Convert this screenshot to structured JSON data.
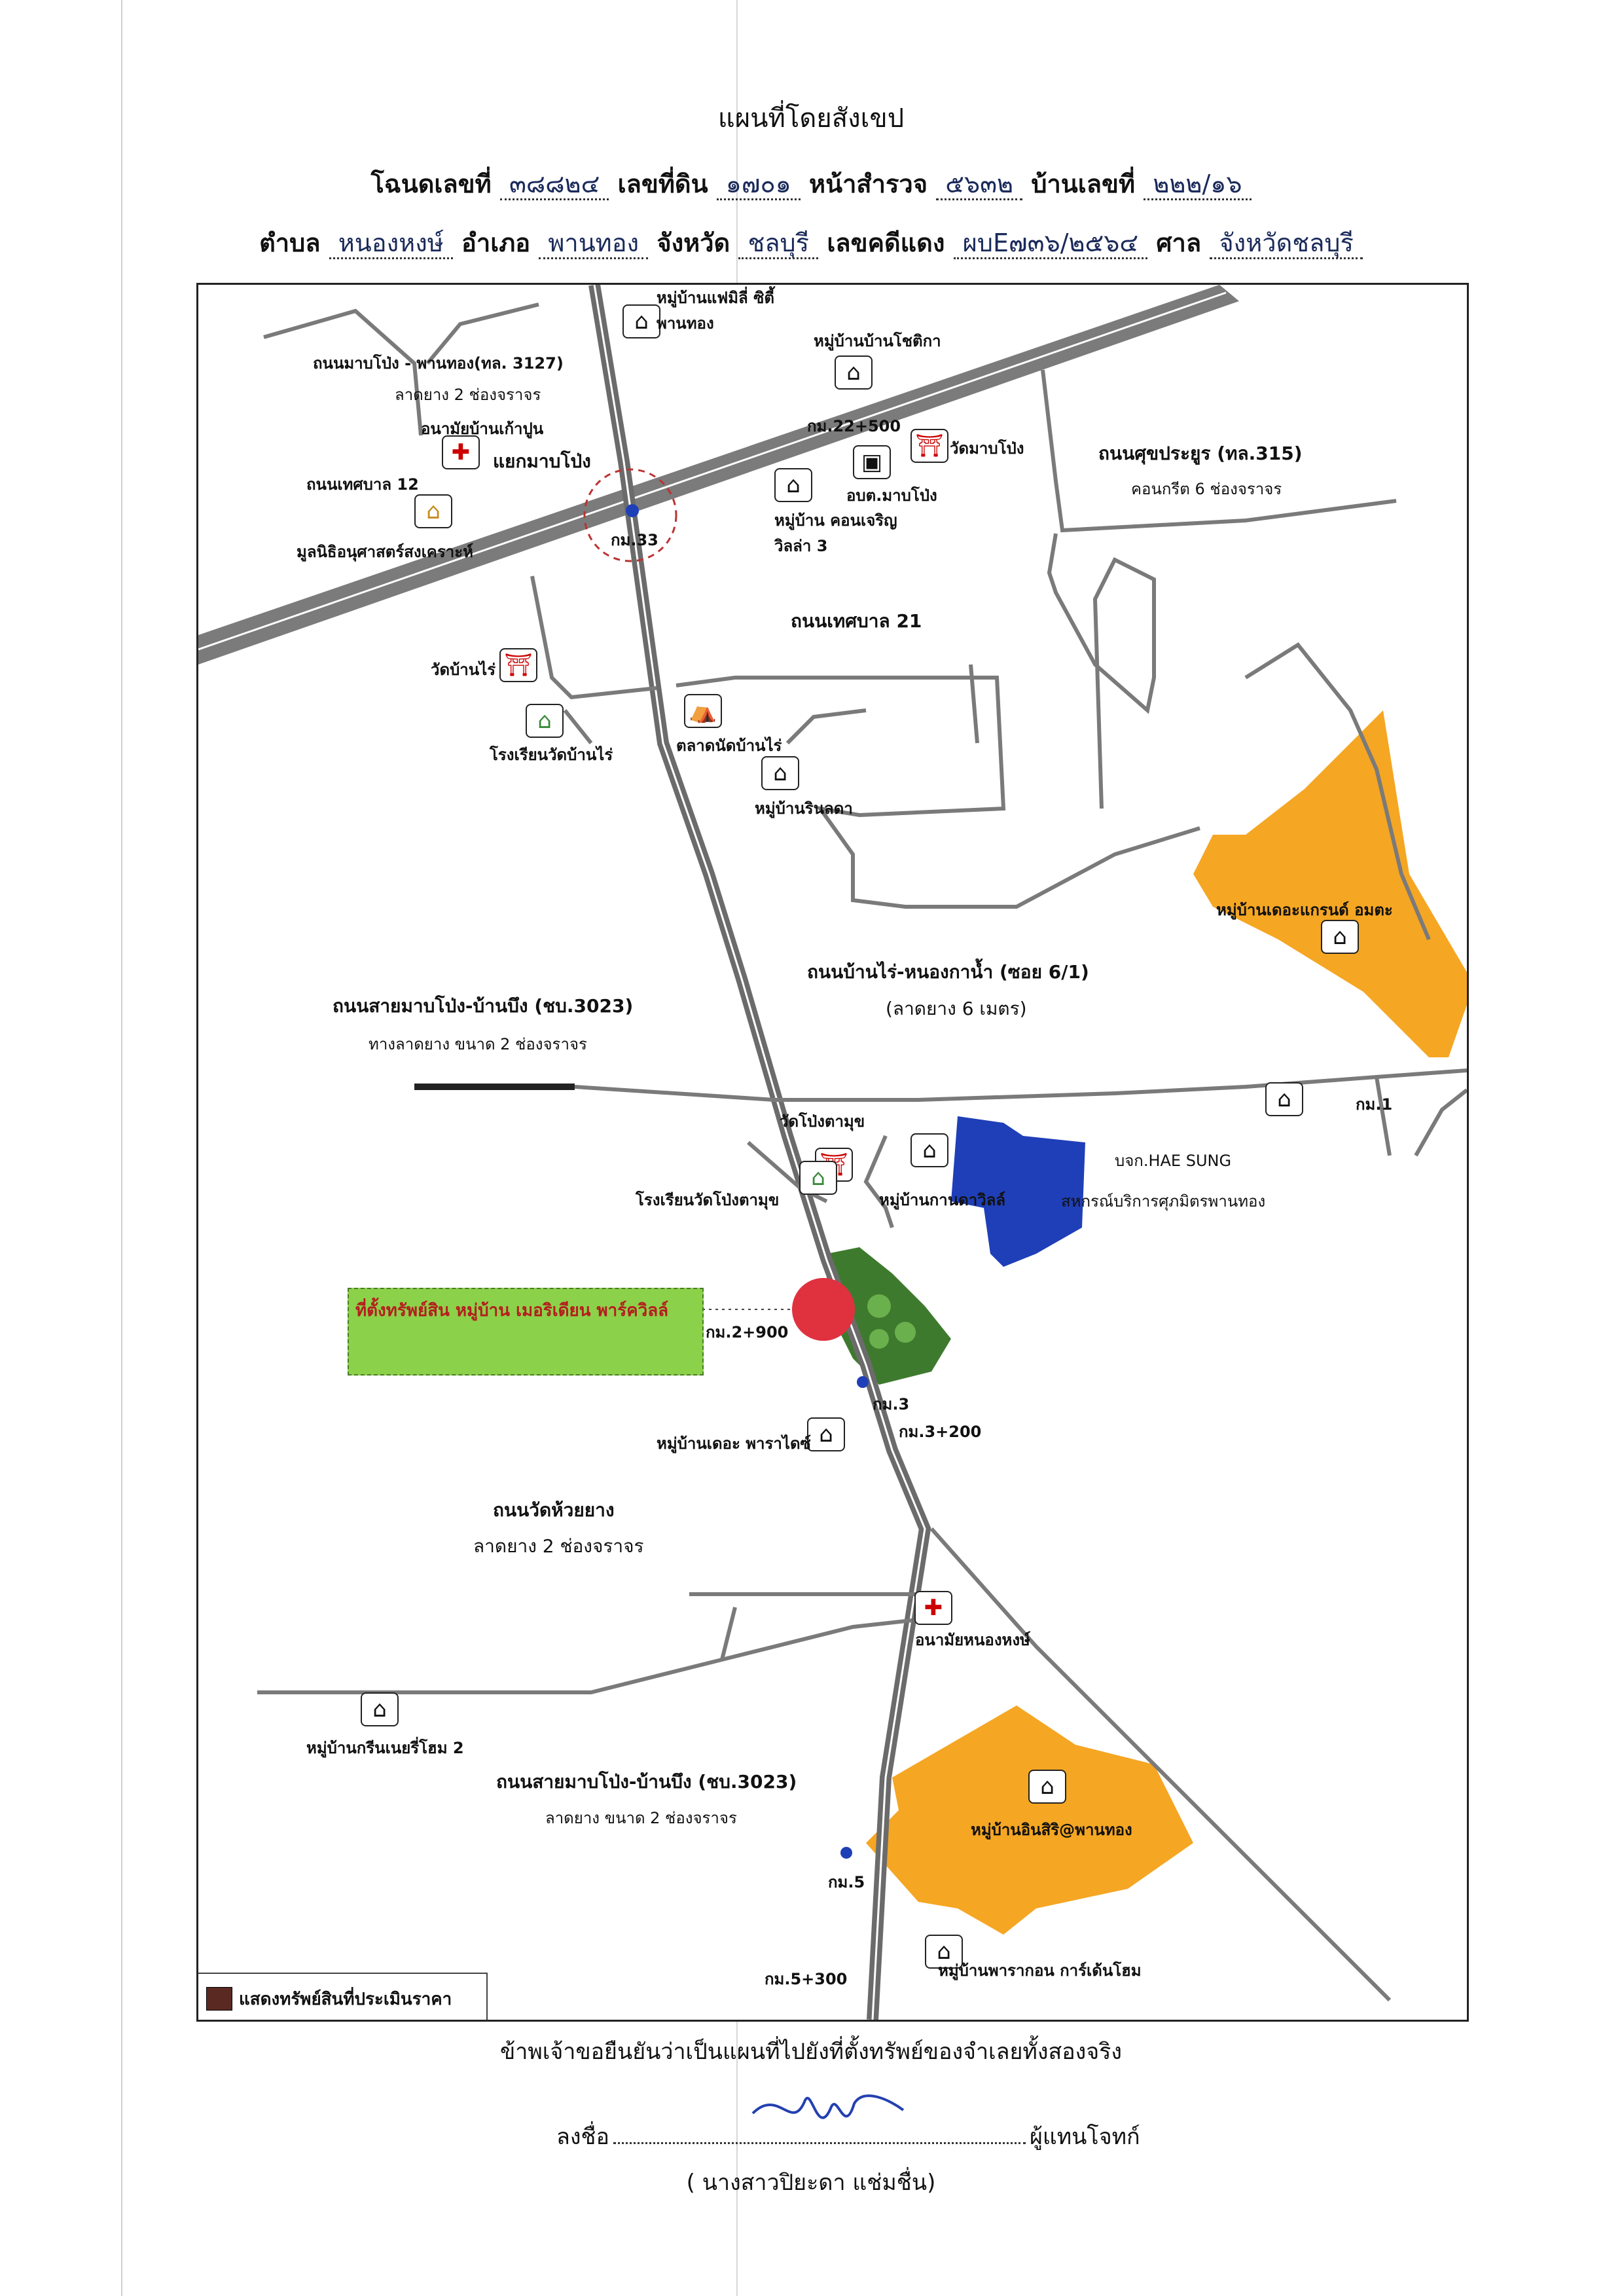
{
  "header": {
    "title": "แผนที่โดยสังเขป",
    "deed_label": "โฉนดเลขที่",
    "deed_no": "๓๘๘๒๔",
    "land_label": "เลขที่ดิน",
    "land_no": "๑๗๐๑",
    "survey_label": "หน้าสำรวจ",
    "survey_no": "๕๖๓๒",
    "house_label": "บ้านเลขที่",
    "house_no": "๒๒๒/๑๖",
    "subdistrict_label": "ตำบล",
    "subdistrict": "หนองหงษ์",
    "district_label": "อำเภอ",
    "district": "พานทอง",
    "province_label": "จังหวัด",
    "province": "ชลบุรี",
    "case_label": "เลขคดีแดง",
    "case_no": "ผบE๗๓๖/๒๕๖๔",
    "court_label": "ศาล",
    "court": "จังหวัดชลบุรี"
  },
  "map": {
    "labels": {
      "road_mabpong_panthong": "ถนนมาบโป่ง - พานทอง(ทล. 3127)",
      "road_mabpong_panthong_sub": "ลาดยาง 2 ช่องจราจร",
      "health_center_1": "อนามัยบ้านเก้าปูน",
      "road_tessaban_12": "ถนนเทศบาล 12",
      "junction": "แยกมาบโป่ง",
      "foundation": "มูลนิธิอนุศาสตร์สงเคราะห์",
      "km33": "กม.33",
      "village_family": "หมู่บ้านแฟมิลี่ ซิตี้ พานทอง",
      "village_chotika": "หมู่บ้านบ้านโชติกา",
      "km_marker_top": "กม.22+500",
      "temple_mabpong": "วัดมาบโป่ง",
      "obt_mabpong": "อบต.มาบโป่ง",
      "village_charoen": "หมู่บ้าน คอนเจริญวิลล่า 3",
      "road_sukprayoon": "ถนนศุขประยูร (ทล.315)",
      "road_sukprayoon_sub": "คอนกรีต 6 ช่องจราจร",
      "road_tessaban_21": "ถนนเทศบาล 21",
      "temple_banrai": "วัดบ้านไร่",
      "school_banrai": "โรงเรียนวัดบ้านไร่",
      "market_banrai": "ตลาดนัดบ้านไร่",
      "village_rinlada": "หมู่บ้านรินลดา",
      "village_grand": "หมู่บ้านเดอะแกรนด์ อมตะ",
      "road_banrai": "ถนนบ้านไร่-หนองกาน้ำ (ซอย 6/1)",
      "road_banrai_sub": "(ลาดยาง 6 เมตร)",
      "road_mabpong_banbueng": "ถนนสายมาบโป่ง-บ้านบึง (ชบ.3023)",
      "road_mabpong_banbueng_sub": "ทางลาดยาง ขนาด 2 ช่องจราจร",
      "temple_pongtamu": "วัดโป่งตามุข",
      "school_pongtamu": "โรงเรียนวัดโป่งตามุข",
      "village_kanda": "หมู่บ้านกานดาวิลล์",
      "company_haesung": "บจก.HAE SUNG",
      "cooperative": "สหกรณ์บริการศุภมิตรพานทอง",
      "km1": "กม.1",
      "asset_location": "ที่ตั้งทรัพย์สิน หมู่บ้าน เมอริเดียน พาร์ควิลล์",
      "km2900": "กม.2+900",
      "km3": "กม.3",
      "km3200": "กม.3+200",
      "village_paradise": "หมู่บ้านเดอะ พาราไดซ์",
      "road_huaiyang": "ถนนวัดห้วยยาง",
      "road_huaiyang_sub": "ลาดยาง 2 ช่องจราจร",
      "health_center_2": "อนามัยหนองหงษ์",
      "village_green": "หมู่บ้านกรีนเนยรี่โฮม 2",
      "road_mabpong_banbueng_2": "ถนนสายมาบโป่ง-บ้านบึง (ชบ.3023)",
      "road_mabpong_banbueng_2_sub": "ลาดยาง ขนาด 2 ช่องจราจร",
      "village_inside": "หมู่บ้านอินสิริ@พานทอง",
      "km5": "กม.5",
      "km5300": "กม.5+300",
      "village_paragon": "หมู่บ้านพารากอน การ์เด้นโฮม"
    },
    "legend": "แสดงทรัพย์สินที่ประเมินราคา",
    "colors": {
      "road_main": "#6b6b6b",
      "road_minor": "#7a7a7a",
      "orange_zone": "#f5a623",
      "blue_zone": "#1f3fb8",
      "green_zone": "#3e7a2e",
      "asset_circle": "#e0313f",
      "asset_box": "#8cd14a",
      "legend_swatch": "#5a2a22"
    }
  },
  "footer": {
    "statement": "ข้าพเจ้าขอยืนยันว่าเป็นแผนที่ไปยังที่ตั้งทรัพย์ของจำเลยทั้งสองจริง",
    "sign_label": "ลงชื่อ",
    "role": "ผู้แทนโจทก์",
    "name": "( นางสาวปิยะดา แช่มชื่น)"
  }
}
